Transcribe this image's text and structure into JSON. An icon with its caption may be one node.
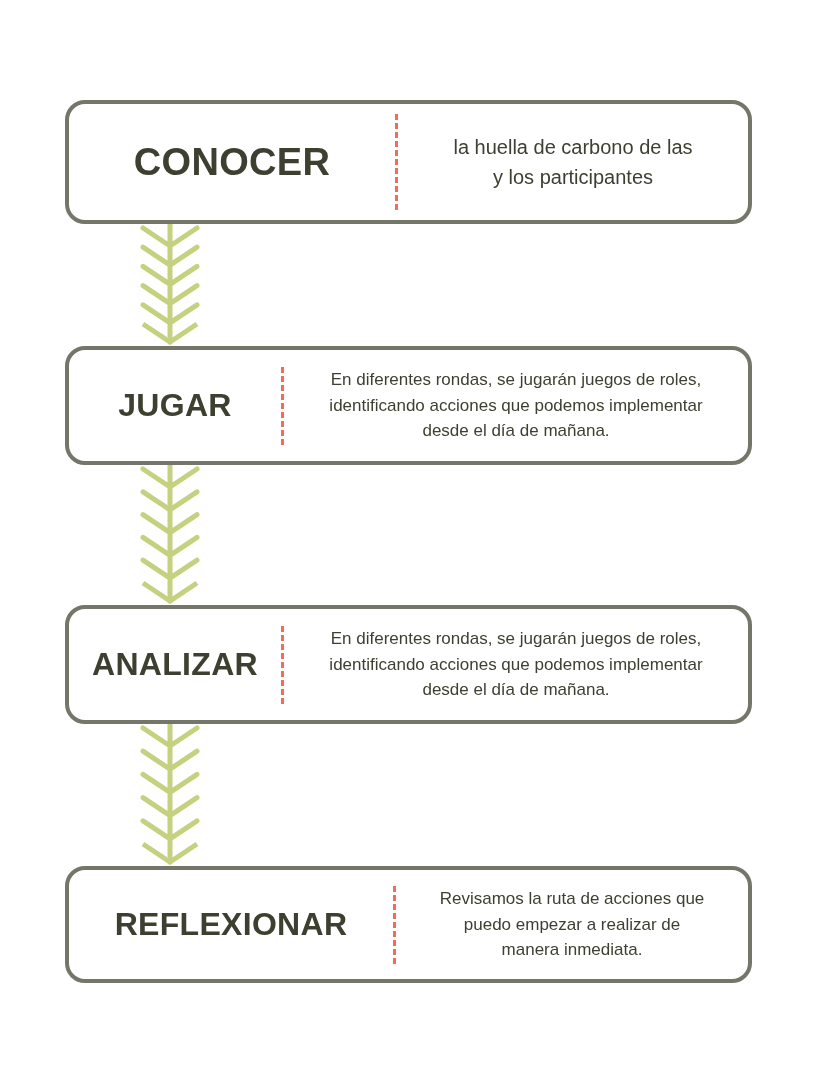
{
  "diagram": {
    "nodes": [
      {
        "text": [
          "CONOCER",
          "la huella de carbono de las y los participantes"
        ]
      },
      {
        "text": [
          "JUGAR",
          "En diferentes rondas, se jugarán juegos de roles, identificando acciones que podemos implementar desde el día de mañana."
        ]
      },
      {
        "text": [
          "ANALIZAR",
          "En diferentes rondas, se jugarán juegos de roles, identificando acciones que podemos implementar desde el día de mañana."
        ]
      },
      {
        "text": [
          "REFLEXIONAR",
          "Revisamos la ruta de acciones que puedo empezar a realizar de manera inmediata."
        ]
      }
    ],
    "edges": [
      {
        "from": 0,
        "to": 1,
        "arrow": "to"
      },
      {
        "from": 1,
        "to": 2,
        "arrow": "to"
      },
      {
        "from": 2,
        "to": 3,
        "arrow": "to"
      }
    ]
  }
}
